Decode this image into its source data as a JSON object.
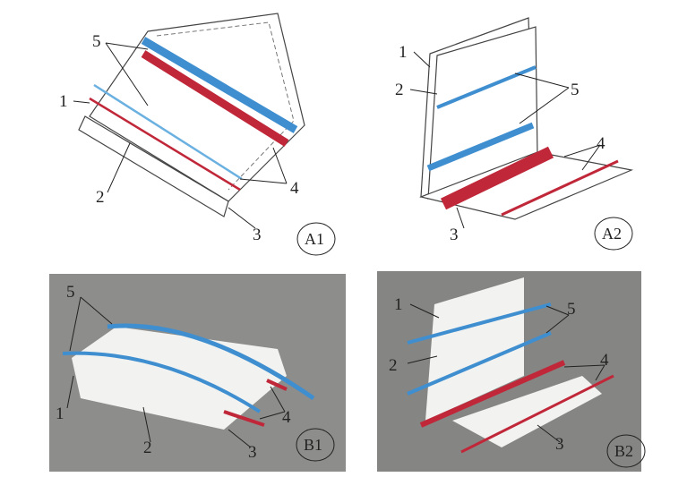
{
  "panels": {
    "a1": {
      "tag": "A1",
      "labels": {
        "l1": "1",
        "l2": "2",
        "l3": "3",
        "l4": "4",
        "l5": "5"
      }
    },
    "a2": {
      "tag": "A2",
      "labels": {
        "l1": "1",
        "l2": "2",
        "l3": "3",
        "l4": "4",
        "l5": "5"
      }
    },
    "b1": {
      "tag": "B1",
      "labels": {
        "l1": "1",
        "l2": "2",
        "l3": "3",
        "l4": "4",
        "l5": "5"
      }
    },
    "b2": {
      "tag": "B2",
      "labels": {
        "l1": "1",
        "l2": "2",
        "l3": "3",
        "l4": "4",
        "l5": "5"
      }
    }
  },
  "colors": {
    "blue": "#3f8fd0",
    "red": "#c0283a",
    "photo_bg": "#8c8c8a"
  }
}
